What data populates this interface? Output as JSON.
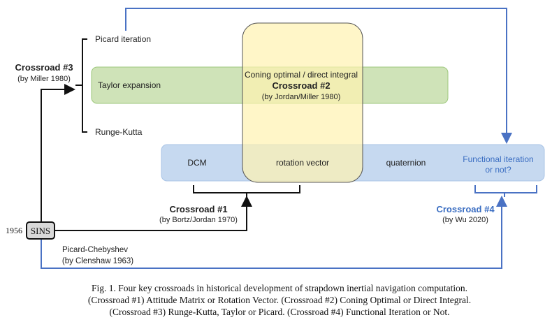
{
  "crossroad3": {
    "title": "Crossroad #3",
    "subtitle": "(by Miller 1980)",
    "options": [
      "Picard iteration",
      "Taylor expansion",
      "Runge-Kutta"
    ]
  },
  "crossroad2": {
    "line1": "Coning optimal / direct integral",
    "title": "Crossroad #2",
    "subtitle": "(by Jordan/Miller 1980)"
  },
  "attitude_row": {
    "dcm": "DCM",
    "rotation_vector": "rotation vector",
    "quaternion": "quaternion",
    "functional_line1": "Functional iteration",
    "functional_line2": "or not?"
  },
  "crossroad1": {
    "title": "Crossroad #1",
    "subtitle": "(by Bortz/Jordan 1970)"
  },
  "crossroad4": {
    "title": "Crossroad #4",
    "subtitle": "(by Wu 2020)"
  },
  "sins": {
    "year": "1956",
    "label": "SINS"
  },
  "picard_chebyshev": {
    "line1": "Picard-Chebyshev",
    "line2": "(by Clenshaw 1963)"
  },
  "caption": {
    "line1": "Fig. 1. Four key crossroads in historical development of strapdown inertial navigation computation.",
    "line2": "(Crossroad #1) Attitude Matrix or Rotation Vector.  (Crossroad #2) Coning Optimal or Direct Integral.",
    "line3": "(Crossroad #3) Runge-Kutta, Taylor or Picard. (Crossroad #4) Functional Iteration or Not."
  },
  "colors": {
    "blue_line": "#4a72c4",
    "green_fill": "#cfe3b8",
    "blue_fill": "#c6d9f0",
    "yellow_fill": "#fff2b0",
    "functional_text": "#3b6ec2"
  }
}
